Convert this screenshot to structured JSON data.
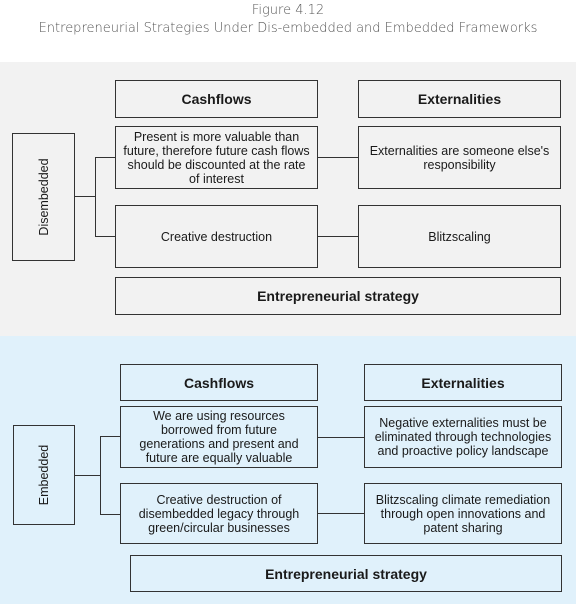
{
  "figure": {
    "label": "Figure 4.12",
    "title": "Entrepreneurial Strategies Under Dis-embedded and Embedded Frameworks"
  },
  "disembedded": {
    "label": "Disembedded",
    "cashflows_header": "Cashflows",
    "externalities_header": "Externalities",
    "cashflows_row1": "Present is more valuable than future, therefore future cash flows should be discounted at the rate of interest",
    "externalities_row1": "Externalities are someone else's responsibility",
    "cashflows_row2": "Creative destruction",
    "externalities_row2": "Blitzscaling",
    "strategy": "Entrepreneurial strategy"
  },
  "embedded": {
    "label": "Embedded",
    "cashflows_header": "Cashflows",
    "externalities_header": "Externalities",
    "cashflows_row1": "We are using resources borrowed from future generations and present and future are equally valuable",
    "externalities_row1": "Negative externalities must be eliminated through technologies and proactive policy landscape",
    "cashflows_row2": "Creative destruction of disembedded legacy through green/circular businesses",
    "externalities_row2": "Blitzscaling climate remediation through open innovations and patent sharing",
    "strategy": "Entrepreneurial strategy"
  }
}
